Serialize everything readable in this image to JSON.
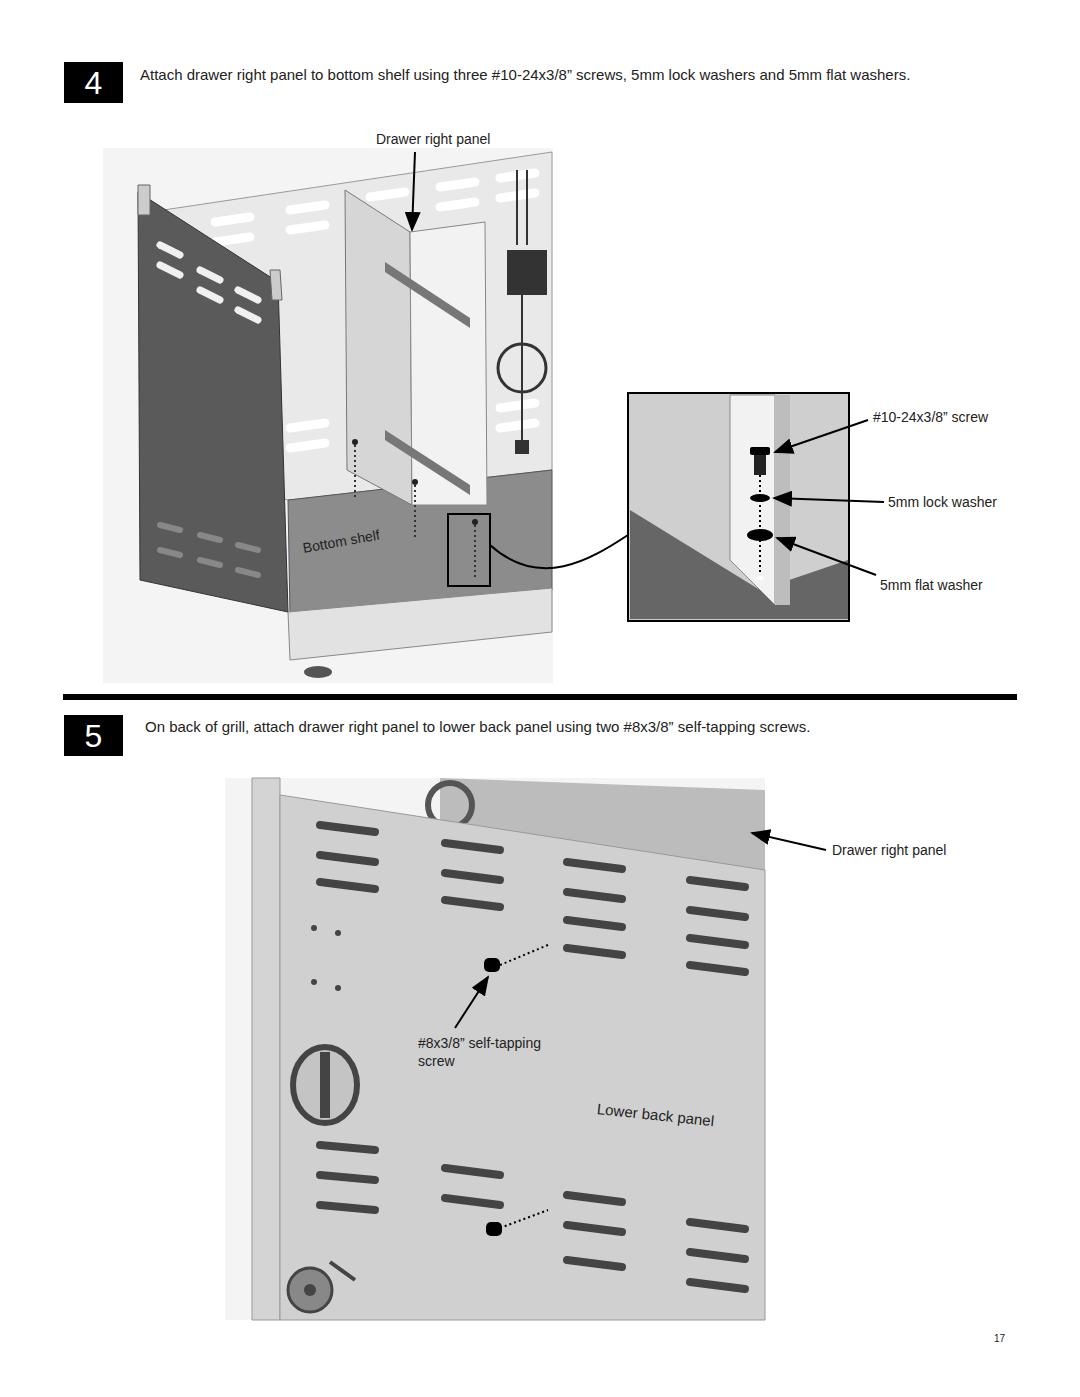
{
  "diagram": {
    "nodes": [
      {
        "text": [
          "4"
        ]
      },
      {
        "text": [
          "5"
        ]
      }
    ],
    "labels": [
      "Attach drawer right panel to bottom shelf using three #10-24x3/8” screws, 5mm lock washers and 5mm flat washers.",
      "Drawer right panel",
      "#10-24x3/8” screw",
      "5mm lock washer",
      "Bottom shelf",
      "5mm flat washer",
      "On back of grill, attach drawer right panel to lower back panel using two #8x3/8” self-tapping screws.",
      "Drawer right panel",
      "#8x3/8” self-tapping screw",
      "Lower back panel",
      "17"
    ]
  }
}
